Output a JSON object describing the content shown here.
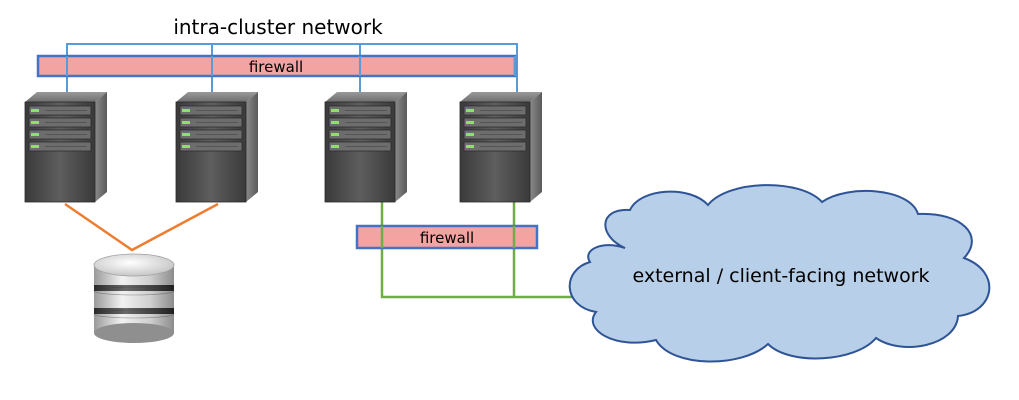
{
  "labels": {
    "intra_cluster": "intra-cluster network",
    "firewall_top": "firewall",
    "firewall_bottom": "firewall",
    "external": "external / client-facing network"
  },
  "icons": {
    "server": "server-icon",
    "database": "database-icon",
    "cloud": "cloud-icon"
  },
  "colors": {
    "intra_cluster_link": "#5b9bd5",
    "database_link": "#ed7d31",
    "external_link": "#70ad47",
    "firewall_fill": "#f4a3a3",
    "firewall_border": "#4472c4",
    "cloud_fill": "#b7cfe8",
    "cloud_border": "#2f5496",
    "server_led": "#8ee06b"
  }
}
